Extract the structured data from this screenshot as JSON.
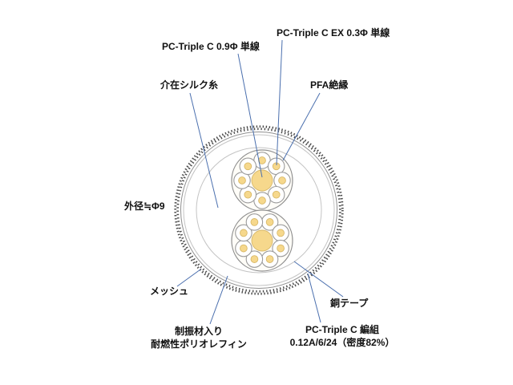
{
  "diagram": {
    "kind": "cable-cross-section"
  },
  "labels": {
    "ex_wire": "PC-Triple C EX 0.3Φ 単線",
    "core_wire": "PC-Triple C 0.9Φ 単線",
    "silk_filler": "介在シルク糸",
    "pfa_insulation": "PFA絶縁",
    "outer_diameter": "外径≒Φ9",
    "mesh": "メッシュ",
    "damping_jacket_line1": "制振材入り",
    "damping_jacket_line2": "耐燃性ポリオレフィン",
    "copper_tape": "銅テープ",
    "braid_line1": "PC-Triple C 編組",
    "braid_line2": "0.12A/6/24（密度82%）"
  },
  "colors": {
    "conductor-yellow": "#f6d88c",
    "conductor-yellow-edge": "#d8b867",
    "leader-line": "#4a6fae",
    "label-text": "#111111",
    "mesh-dark": "#4a4a4a"
  }
}
